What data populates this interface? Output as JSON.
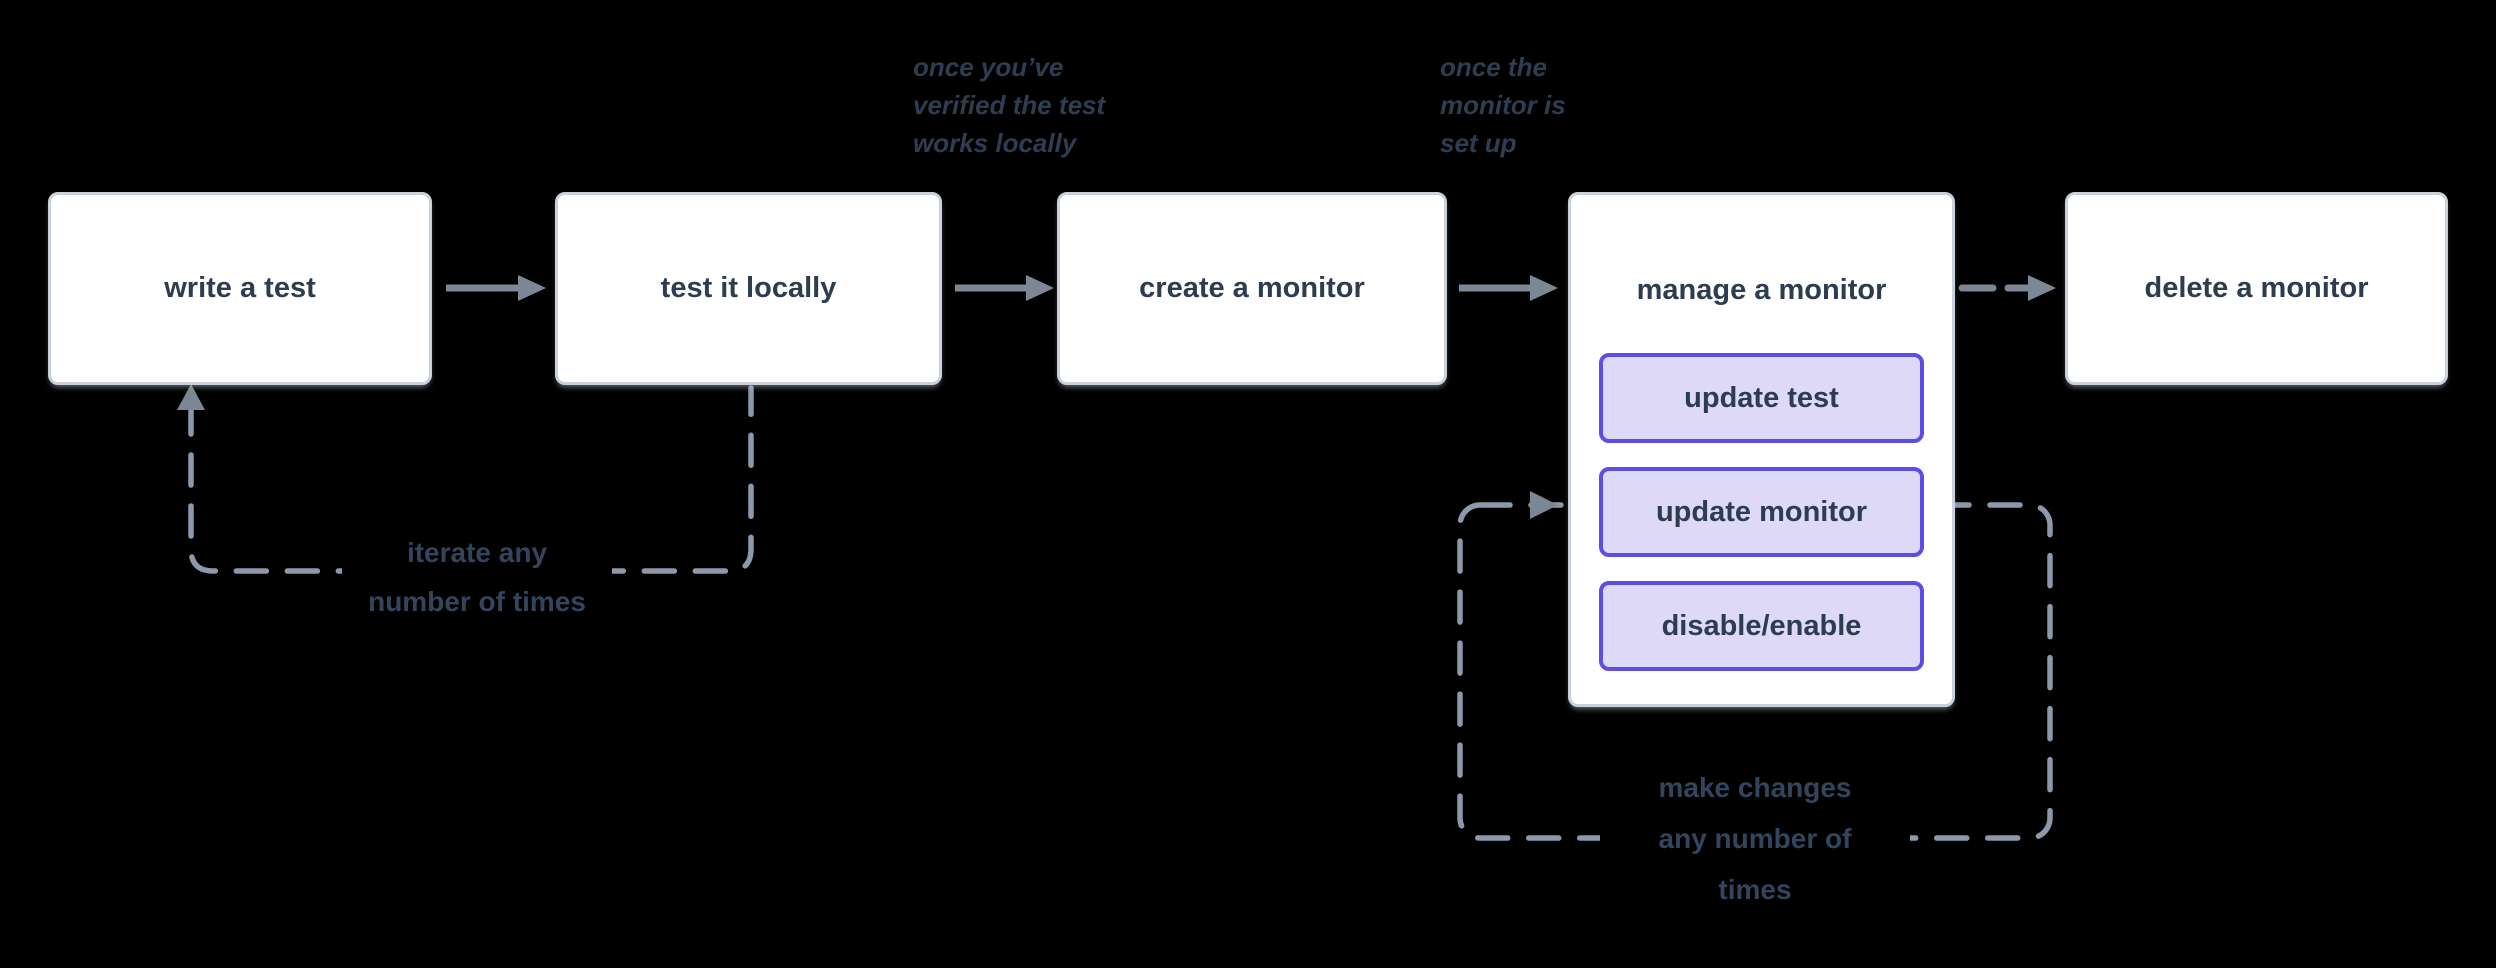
{
  "colors": {
    "bg": "#000000",
    "boxFill": "#ffffff",
    "boxBorder": "#c8d1dc",
    "textDark": "#2e3c4f",
    "purpleFill": "#ded9f7",
    "purpleBorder": "#5b4de6",
    "arrow": "#7b8794",
    "dashed": "#8b99ab",
    "annotation": "#2e3d50",
    "loopLabel": "#33455c"
  },
  "nodes": [
    {
      "id": "write-test",
      "label": "write a test"
    },
    {
      "id": "test-locally",
      "label": "test it locally"
    },
    {
      "id": "create-monitor",
      "label": "create a monitor"
    },
    {
      "id": "manage-monitor",
      "label": "manage a monitor",
      "actions": [
        {
          "label": "update test"
        },
        {
          "label": "update monitor"
        },
        {
          "label": "disable/enable"
        }
      ]
    },
    {
      "id": "delete-monitor",
      "label": "delete a monitor"
    }
  ],
  "annotations": {
    "after_local_test": "once you’ve\nverified the test\nworks locally",
    "after_monitor_setup": "once the\nmonitor is\nset up"
  },
  "loop_labels": {
    "iterate": "iterate any\nnumber of times",
    "make_changes": "make changes\nany number of\ntimes"
  }
}
